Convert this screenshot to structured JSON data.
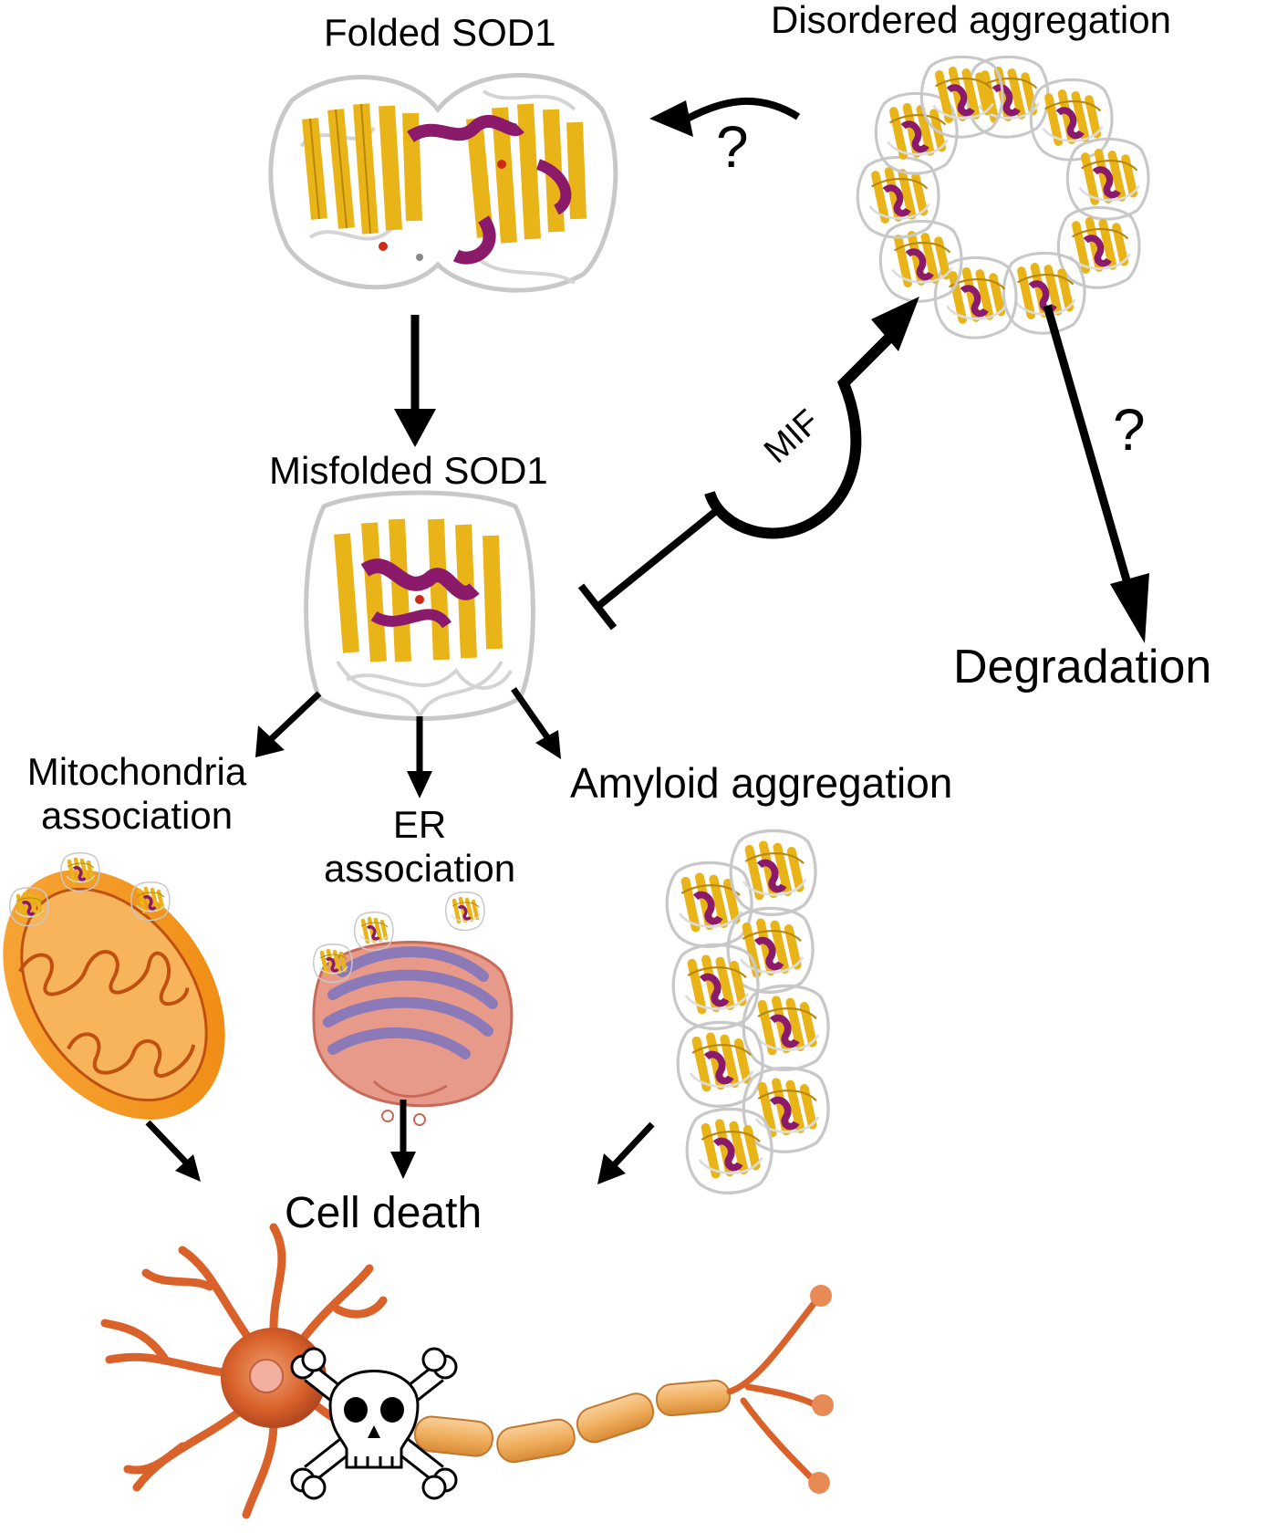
{
  "labels": {
    "folded": "Folded SOD1",
    "disordered": "Disordered aggregation",
    "misfolded": "Misfolded SOD1",
    "degradation": "Degradation",
    "mitochondria_line1": "Mitochondria",
    "mitochondria_line2": "association",
    "er_line1": "ER",
    "er_line2": "association",
    "amyloid": "Amyloid aggregation",
    "cell_death": "Cell death",
    "mif": "MIF",
    "question": "?"
  },
  "colors": {
    "strand": "#e8b418",
    "strand_dark": "#b8860b",
    "helix": "#8b1a6b",
    "coil": "#c8c8c8",
    "mito_fill": "#f59a1d",
    "mito_inner": "#f7b45a",
    "er_fill": "#e89a8a",
    "er_membrane": "#8c7ab8",
    "neuron": "#d9622b",
    "axon": "#f0b060",
    "arrow": "#000000"
  },
  "icons": {
    "protein": "protein-structure-icon",
    "mitochondrion": "mitochondrion-icon",
    "er": "endoplasmic-reticulum-icon",
    "neuron": "neuron-icon",
    "skull": "skull-crossbones-icon"
  }
}
